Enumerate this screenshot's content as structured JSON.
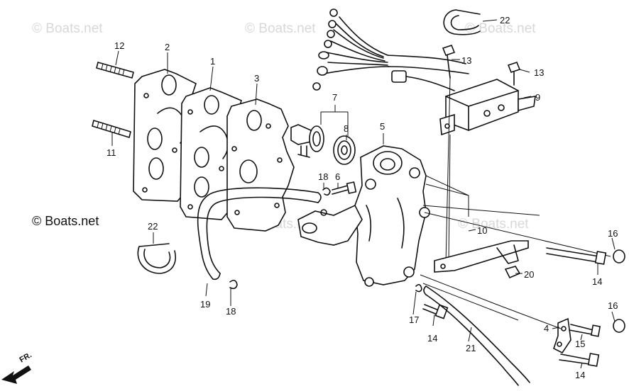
{
  "watermarks": [
    "© Boats.net",
    "© Boats.net",
    "© Boats.net",
    "© Boats.net",
    "© Boats.net"
  ],
  "copyright": "© Boats.net",
  "direction_label": "FR.",
  "callouts": [
    "1",
    "2",
    "3",
    "4",
    "5",
    "6",
    "7",
    "8",
    "9",
    "10",
    "11",
    "12",
    "13",
    "13",
    "14",
    "14",
    "14",
    "15",
    "16",
    "16",
    "17",
    "18",
    "18",
    "19",
    "20",
    "21",
    "22",
    "22"
  ]
}
